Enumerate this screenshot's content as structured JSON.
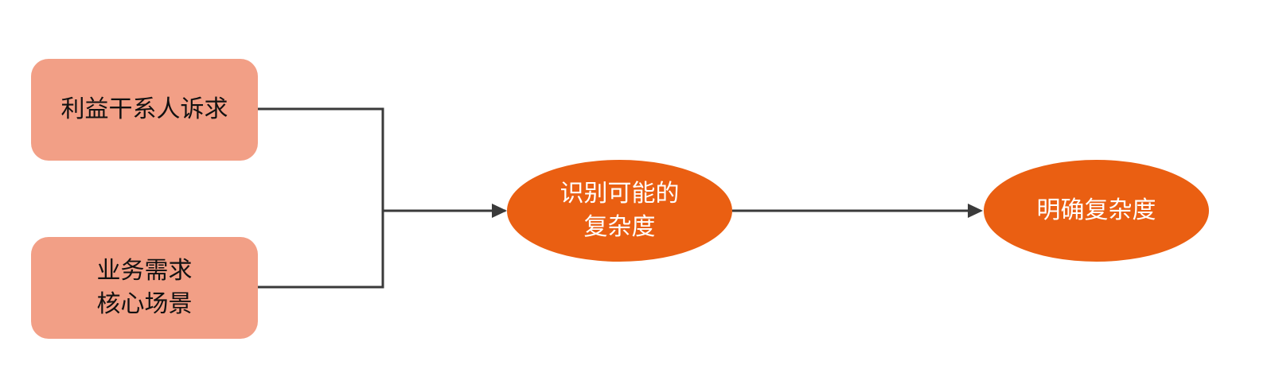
{
  "colors": {
    "input_box": "#f29f86",
    "process_ellipse": "#ea5f12",
    "connector": "#3a3a3a",
    "input_text": "#111111",
    "process_text": "#ffffff"
  },
  "nodes": {
    "stakeholder_needs": {
      "lines": [
        "利益干系人诉求"
      ]
    },
    "business_needs": {
      "lines": [
        "业务需求",
        "核心场景"
      ]
    },
    "identify_complexity": {
      "lines": [
        "识别可能的",
        "复杂度"
      ]
    },
    "clarify_complexity": {
      "lines": [
        "明确复杂度"
      ]
    }
  },
  "edges": [
    {
      "from": "stakeholder_needs",
      "to": "identify_complexity"
    },
    {
      "from": "business_needs",
      "to": "identify_complexity"
    },
    {
      "from": "identify_complexity",
      "to": "clarify_complexity"
    }
  ]
}
